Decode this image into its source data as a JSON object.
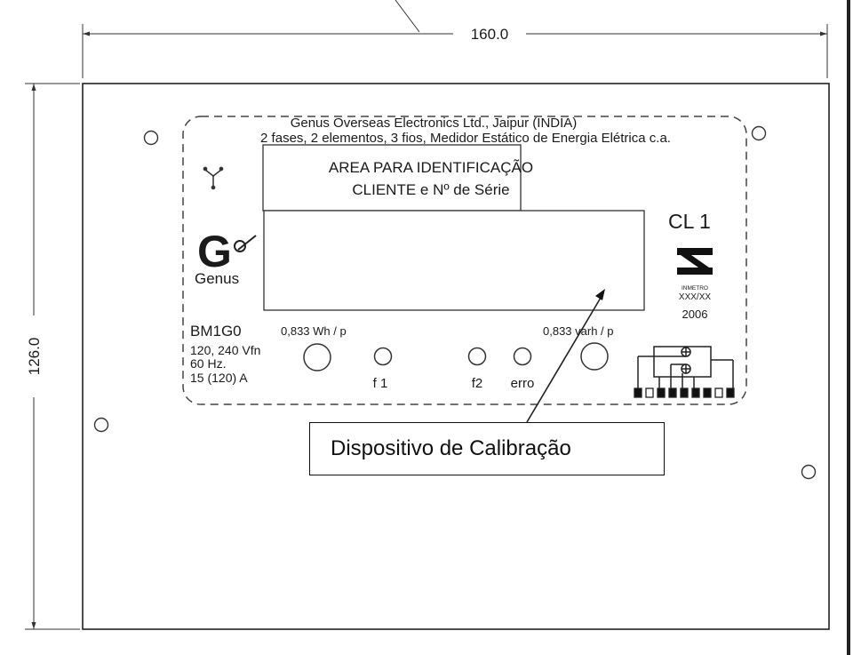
{
  "dimensions": {
    "width_label": "160.0",
    "height_label": "126.0"
  },
  "header": {
    "manufacturer": "Genus Overseas Electronics Ltd., Jaipur (INDIA)",
    "description": "2 fases, 2 elementos, 3 fios, Medidor Estático de Energia Elétrica c.a."
  },
  "id_area": {
    "line1": "AREA PARA IDENTIFICAÇÃO",
    "line2": "CLIENTE  e Nº de Série"
  },
  "brand": {
    "logo_letter": "G",
    "name": "Genus"
  },
  "accuracy_class": "CL 1",
  "certification": {
    "org": "INMETRO",
    "code": "XXX/XX",
    "year": "2006"
  },
  "model": {
    "name": "BM1G0",
    "voltage": "120, 240 Vfn",
    "frequency": "60 Hz.",
    "current": "15 (120) A"
  },
  "pulse": {
    "active": "0,833  Wh / p",
    "reactive": "0,833  varh / p"
  },
  "indicators": {
    "f1": "f 1",
    "f2": "f2",
    "erro": "erro"
  },
  "callout": {
    "label": "Dispositivo de Calibração"
  }
}
